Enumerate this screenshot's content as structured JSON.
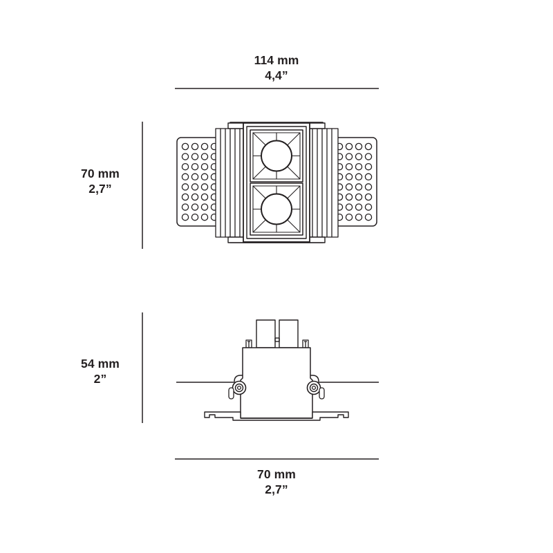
{
  "sheet": {
    "title": "Recessed downlight dimensional drawing",
    "background_color": "#ffffff",
    "line_color": "#231f20",
    "text_color": "#231f20"
  },
  "dimensions": {
    "top_view_width": {
      "metric": "114 mm",
      "imperial": "4,4”"
    },
    "top_view_height": {
      "metric": "70 mm",
      "imperial": "2,7”"
    },
    "side_view_height": {
      "metric": "54 mm",
      "imperial": "2”"
    },
    "side_view_width": {
      "metric": "70 mm",
      "imperial": "2,7”"
    }
  },
  "views": {
    "front": {
      "name": "front-view",
      "cells": 2,
      "perforation_rows": 8,
      "perforation_columns": 5
    },
    "side": {
      "name": "side-view",
      "posts": 2,
      "spring_clips": 2
    }
  }
}
